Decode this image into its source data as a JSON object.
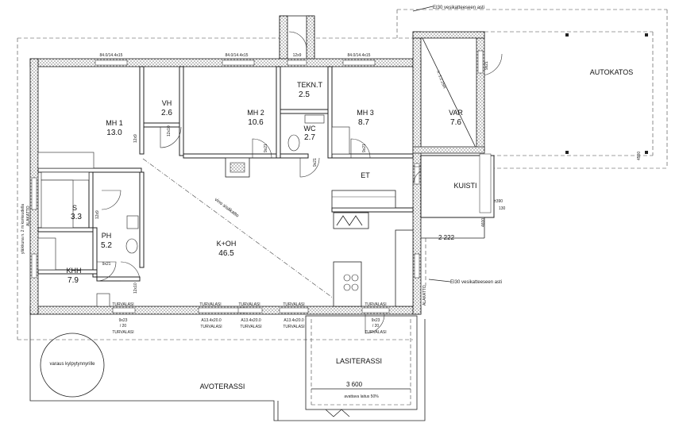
{
  "rooms": {
    "mh1": {
      "name": "MH 1",
      "area": "13.0"
    },
    "vh": {
      "name": "VH",
      "area": "2.6"
    },
    "mh2": {
      "name": "MH 2",
      "area": "10.6"
    },
    "tekn": {
      "name": "TEKN.T",
      "area": "2.5"
    },
    "wc": {
      "name": "WC",
      "area": "2.7"
    },
    "mh3": {
      "name": "MH 3",
      "area": "8.7"
    },
    "var": {
      "name": "VAR",
      "area": "7.6"
    },
    "s": {
      "name": "S",
      "area": "3.3"
    },
    "ph": {
      "name": "PH",
      "area": "5.2"
    },
    "khh": {
      "name": "KHH",
      "area": "7.9"
    },
    "koh": {
      "name": "K+OH",
      "area": "46.5"
    },
    "et": {
      "name": "ET"
    },
    "kuisti": {
      "name": "KUISTI"
    },
    "autokatos": {
      "name": "AUTOKATOS"
    },
    "lasiterassi": {
      "name": "LASITERASSI"
    },
    "avoterassi": {
      "name": "AVOTERASSI"
    }
  },
  "annotations": {
    "ei30_top": "EI30 vesikatteeseen asti",
    "ei30_right": "EI30 vesikatteeseen asti",
    "kylpytynnyri": "varaus kylpytynnyrille",
    "vino_sisakatto": "vino sisäkatto",
    "avattava": "avattava laitus 50%",
    "ylaikkuna": "yläikkuna n. 2 m korkeudella",
    "alakatto_left": "ALAKATTO",
    "alakatto_right": "ALAKATTO",
    "slope": "h. 1:2.25m",
    "dim_2222": "2 222",
    "dim_3600": "3 600",
    "dim_4500": "4500",
    "dim_390": "±390",
    "dim_130": "130",
    "dim_4600": "4600"
  },
  "windows": {
    "top1": "84.0/14.4x15",
    "top2": "84.0/14.4x15",
    "top3": "84.0/14.4x15",
    "turvalasi": "TURVALASI",
    "a13": "A13.4x20.0",
    "w9x23": "9x23",
    "w20": "/ 20",
    "w9x21": "9x21",
    "w12x9": "12x9"
  },
  "doors": {
    "d12x9": "12x9",
    "d12x10": "12x10",
    "d9x21": "9x21"
  }
}
